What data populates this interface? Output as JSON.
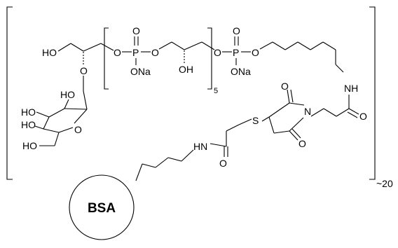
{
  "molecule": {
    "protein": "BSA",
    "repeat_count_inner": "5",
    "repeat_count_outer": "~20",
    "labels": {
      "ho_top": "HO",
      "o_glyco": "O",
      "o_ester_1": "O",
      "p_1": "P",
      "o_double_1": "O",
      "ona_1": "ONa",
      "o_link_1": "O",
      "oh_backbone": "OH",
      "o_ester_2": "O",
      "p_2": "P",
      "o_double_2": "O",
      "ona_2": "ONa",
      "o_link_2": "O",
      "nh_amide_1": "NH",
      "o_carbonyl_1": "O",
      "n_maleimide": "N",
      "o_imide_top": "O",
      "o_imide_bottom": "O",
      "s_thioether": "S",
      "hn_amide_2": "HN",
      "o_carbonyl_2": "O",
      "ho_sugar_top": "HO",
      "ho_sugar_2": "HO",
      "ho_sugar_3": "HO",
      "ho_sugar_4": "HO",
      "o_ring": "O"
    }
  },
  "colors": {
    "ink": "#000000",
    "background": "#ffffff"
  }
}
